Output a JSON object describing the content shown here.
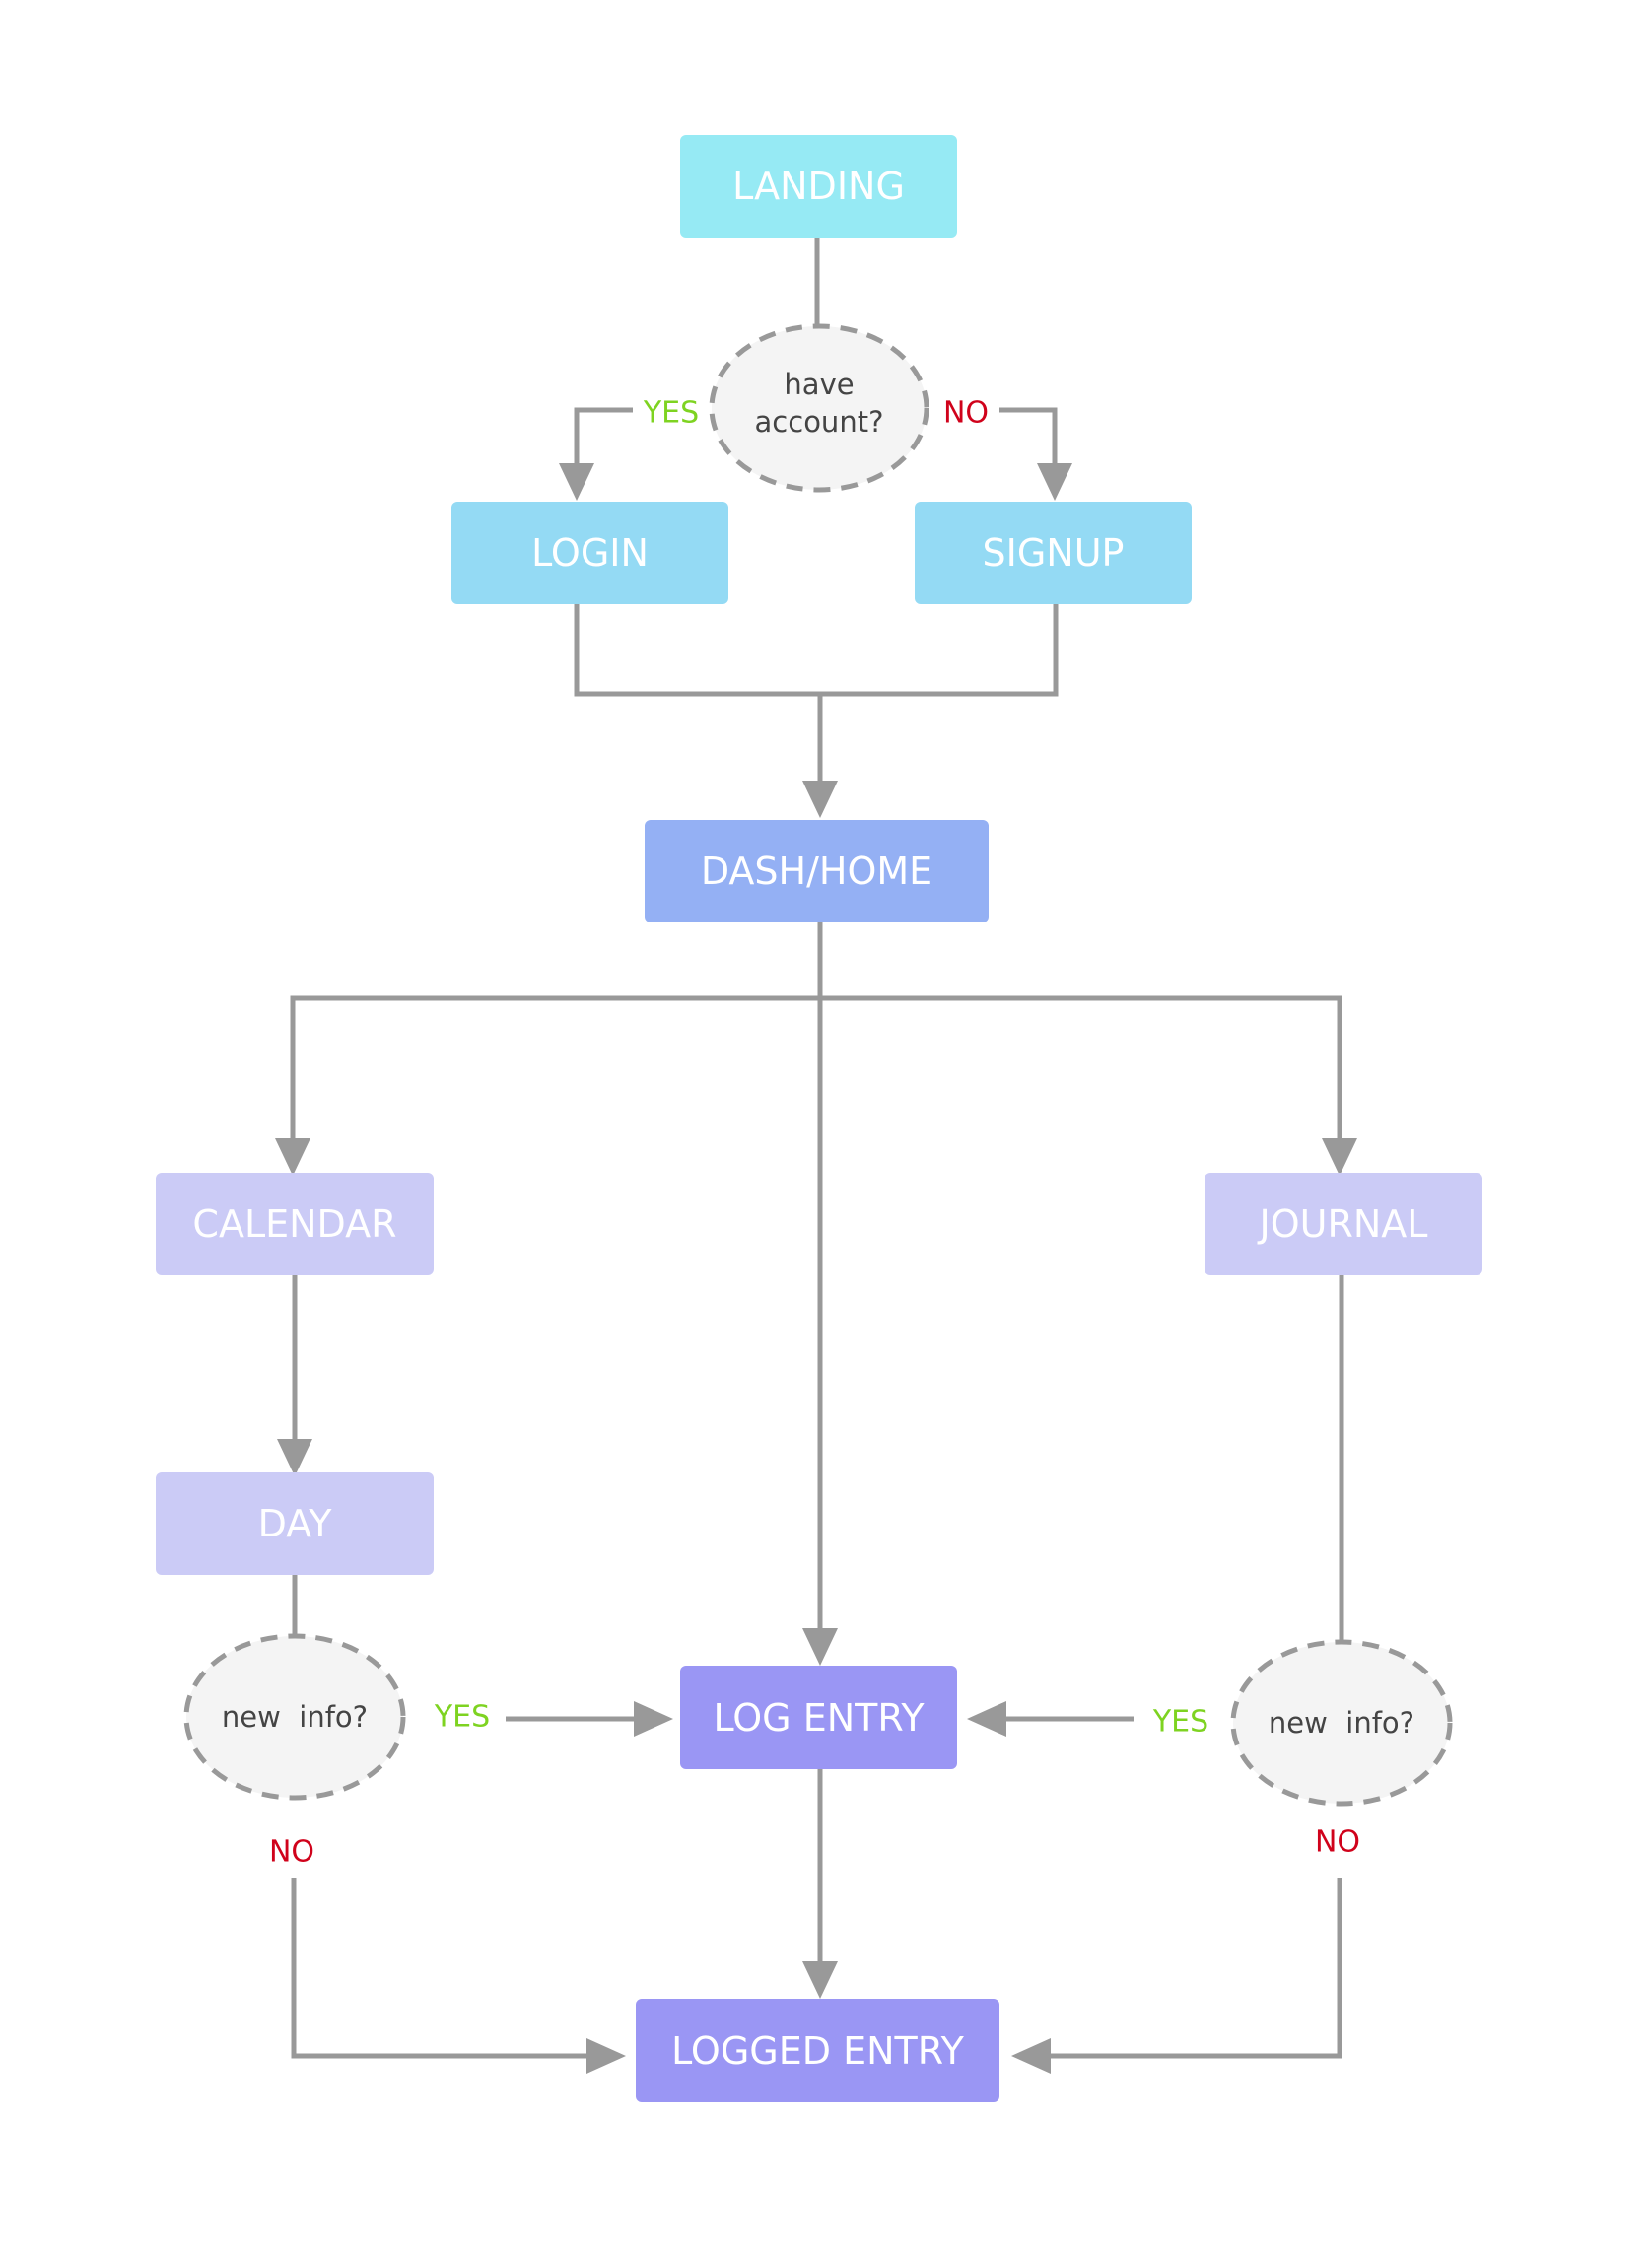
{
  "nodes": {
    "landing": {
      "label": "LANDING",
      "color": "#96EAF4"
    },
    "login": {
      "label": "LOGIN",
      "color": "#94DAF4"
    },
    "signup": {
      "label": "SIGNUP",
      "color": "#94DAF4"
    },
    "dash": {
      "label": "DASH/HOME",
      "color": "#94B0F4"
    },
    "calendar": {
      "label": "CALENDAR",
      "color": "#CBCBF6"
    },
    "journal": {
      "label": "JOURNAL",
      "color": "#CBCBF6"
    },
    "day": {
      "label": "DAY",
      "color": "#CBCBF6"
    },
    "log_entry": {
      "label": "LOG ENTRY",
      "color": "#9A96F4"
    },
    "logged_entry": {
      "label": "LOGGED ENTRY",
      "color": "#9A96F4"
    }
  },
  "decisions": {
    "have_account": {
      "line1": "have",
      "line2": "account?"
    },
    "new_info_left": {
      "label": "new  info?"
    },
    "new_info_right": {
      "label": "new  info?"
    }
  },
  "edge_labels": {
    "yes_top": "YES",
    "no_top": "NO",
    "yes_left": "YES",
    "no_left": "NO",
    "yes_right": "YES",
    "no_right": "NO"
  },
  "colors": {
    "yes": "#7ED321",
    "no": "#D0021B",
    "edge": "#999999"
  }
}
